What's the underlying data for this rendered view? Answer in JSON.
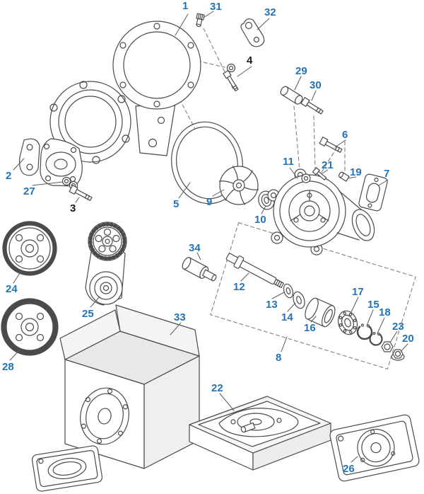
{
  "diagram": {
    "kind": "exploded-parts-diagram",
    "colors": {
      "background": "#ffffff",
      "line_art": "#4a4a4a",
      "callout_blue": "#2273b8",
      "callout_dark": "#1a1a1a",
      "dashed_line": "#8a8a8a"
    },
    "callouts": [
      {
        "n": "1",
        "style": "blue"
      },
      {
        "n": "2",
        "style": "blue"
      },
      {
        "n": "3",
        "style": "dark"
      },
      {
        "n": "4",
        "style": "dark"
      },
      {
        "n": "5",
        "style": "blue"
      },
      {
        "n": "6",
        "style": "blue"
      },
      {
        "n": "7",
        "style": "blue"
      },
      {
        "n": "8",
        "style": "blue"
      },
      {
        "n": "9",
        "style": "blue"
      },
      {
        "n": "10",
        "style": "blue"
      },
      {
        "n": "11",
        "style": "blue"
      },
      {
        "n": "12",
        "style": "blue"
      },
      {
        "n": "13",
        "style": "blue"
      },
      {
        "n": "14",
        "style": "blue"
      },
      {
        "n": "15",
        "style": "blue"
      },
      {
        "n": "16",
        "style": "blue"
      },
      {
        "n": "17",
        "style": "blue"
      },
      {
        "n": "18",
        "style": "blue"
      },
      {
        "n": "19",
        "style": "blue"
      },
      {
        "n": "20",
        "style": "blue"
      },
      {
        "n": "21",
        "style": "blue"
      },
      {
        "n": "22",
        "style": "blue"
      },
      {
        "n": "23",
        "style": "blue"
      },
      {
        "n": "24",
        "style": "blue"
      },
      {
        "n": "25",
        "style": "blue"
      },
      {
        "n": "26",
        "style": "blue"
      },
      {
        "n": "27",
        "style": "blue"
      },
      {
        "n": "28",
        "style": "blue"
      },
      {
        "n": "29",
        "style": "blue"
      },
      {
        "n": "30",
        "style": "blue"
      },
      {
        "n": "31",
        "style": "blue"
      },
      {
        "n": "32",
        "style": "blue"
      },
      {
        "n": "33",
        "style": "blue"
      },
      {
        "n": "34",
        "style": "blue"
      }
    ]
  }
}
